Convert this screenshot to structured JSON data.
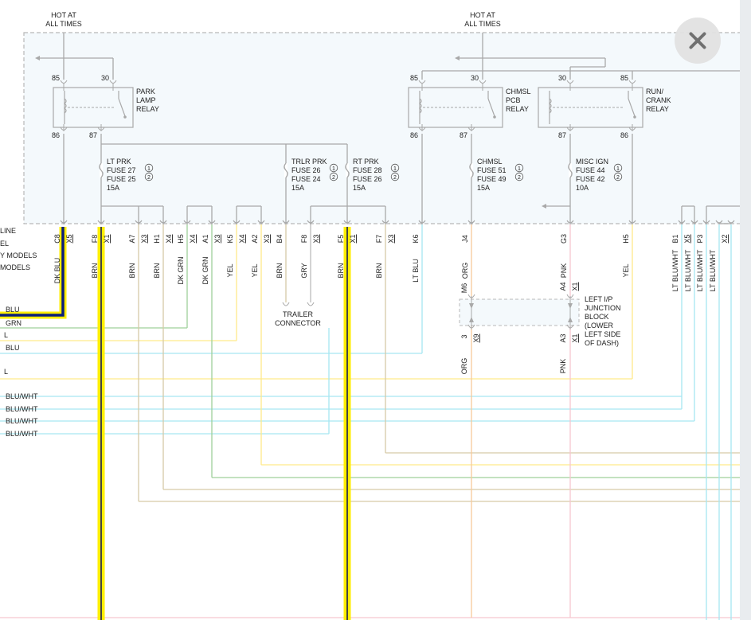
{
  "title": "",
  "colors": {
    "blu": "#0b1f7a",
    "yel": "#ffee00",
    "grn": "#9fd09a",
    "ltblu": "#a6e6f2",
    "org": "#f7c99a",
    "pnk": "#f6c6cf",
    "brn": "#d6c9a8",
    "gry": "#bbbbbb",
    "frame": "#b5b5b5"
  },
  "close_icon": "close-icon",
  "feeds": [
    {
      "line1": "HOT AT",
      "line2": "ALL TIMES"
    },
    {
      "line1": "HOT AT",
      "line2": "ALL TIMES"
    }
  ],
  "relays": [
    {
      "lines": [
        "PARK",
        "LAMP",
        "RELAY"
      ],
      "pins": [
        "85",
        "30",
        "86",
        "87"
      ]
    },
    {
      "lines": [
        "CHMSL",
        "PCB",
        "RELAY"
      ],
      "pins": [
        "85",
        "30",
        "86",
        "87"
      ]
    },
    {
      "lines": [
        "RUN/",
        "CRANK",
        "RELAY"
      ],
      "pins": [
        "30",
        "85",
        "87",
        "86"
      ]
    }
  ],
  "fuses": [
    {
      "name": "LT PRK",
      "f1": "FUSE 27",
      "f2": "FUSE 25",
      "amp": "15A",
      "m1": "1",
      "m2": "2"
    },
    {
      "name": "TRLR PRK",
      "f1": "FUSE 26",
      "f2": "FUSE 24",
      "amp": "15A",
      "m1": "1",
      "m2": "2"
    },
    {
      "name": "RT PRK",
      "f1": "FUSE 28",
      "f2": "FUSE 26",
      "amp": "15A",
      "m1": "1",
      "m2": "2"
    },
    {
      "name": "CHMSL",
      "f1": "FUSE 51",
      "f2": "FUSE 49",
      "amp": "15A",
      "m1": "1",
      "m2": "2"
    },
    {
      "name": "MISC IGN",
      "f1": "FUSE 44",
      "f2": "FUSE 42",
      "amp": "10A",
      "m1": "1",
      "m2": "2"
    }
  ],
  "left_notes": [
    "LINE",
    "EL",
    "Y MODELS",
    "MODELS"
  ],
  "pins": [
    {
      "pin": "C8",
      "conn": "X5",
      "wire": "DK BLU"
    },
    {
      "pin": "F8",
      "conn": "X1",
      "wire": "BRN"
    },
    {
      "pin": "A7",
      "conn": "X3",
      "wire": "BRN"
    },
    {
      "pin": "H1",
      "conn": "X4",
      "wire": "BRN"
    },
    {
      "pin": "H5",
      "conn": "X4",
      "wire": "DK GRN"
    },
    {
      "pin": "A1",
      "conn": "X3",
      "wire": "DK GRN"
    },
    {
      "pin": "K5",
      "conn": "X4",
      "wire": "YEL"
    },
    {
      "pin": "A2",
      "conn": "X3",
      "wire": "YEL"
    },
    {
      "pin": "B4",
      "conn": "",
      "wire": "BRN"
    },
    {
      "pin": "F8",
      "conn": "X3",
      "wire": "GRY"
    },
    {
      "pin": "F5",
      "conn": "X1",
      "wire": "BRN"
    },
    {
      "pin": "F7",
      "conn": "X3",
      "wire": "BRN"
    },
    {
      "pin": "K6",
      "conn": "",
      "wire": "LT BLU"
    },
    {
      "pin": "J4",
      "conn": "",
      "wire": "ORG"
    },
    {
      "pin": "G3",
      "conn": "",
      "wire": "PNK"
    },
    {
      "pin": "H5",
      "conn": "",
      "wire": "YEL"
    },
    {
      "pin": "B1",
      "conn": "X5",
      "wire": "LT BLU/WHT"
    },
    {
      "pin": "",
      "conn": "",
      "wire": "LT BLU/WHT"
    },
    {
      "pin": "P3",
      "conn": "",
      "wire": "LT BLU/WHT"
    },
    {
      "pin": "",
      "conn": "X2",
      "wire": "LT BLU/WHT"
    }
  ],
  "trailer": {
    "line1": "TRAILER",
    "line2": "CONNECTOR"
  },
  "junction": {
    "lines": [
      "LEFT I/P",
      "JUNCTION",
      "BLOCK",
      "(LOWER",
      "LEFT SIDE",
      "OF DASH)"
    ],
    "pin_top_a": "M6",
    "pin_top_b": "A4",
    "conn_top": "X1",
    "pin_bot_a": "3",
    "conn_bot_a": "X9",
    "pin_bot_b": "A3",
    "conn_bot_b": "X1",
    "wire_a": "ORG",
    "wire_b": "PNK"
  },
  "left_wires": [
    "BLU",
    "GRN",
    "L",
    "BLU",
    "L",
    "BLU/WHT",
    "BLU/WHT",
    "BLU/WHT",
    "BLU/WHT"
  ]
}
